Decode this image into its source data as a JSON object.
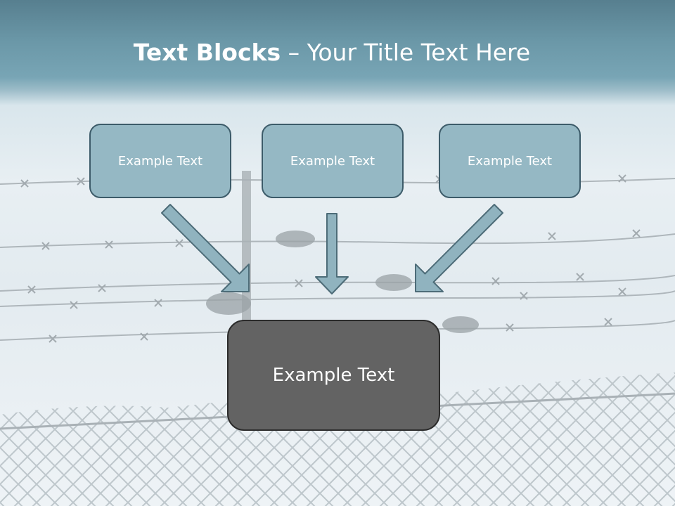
{
  "title": {
    "bold": "Text Blocks",
    "dash": " – ",
    "rest": "Your Title Text Here"
  },
  "boxes": {
    "left": "Example Text",
    "center": "Example Text",
    "right": "Example Text",
    "bottom": "Example Text"
  },
  "colors": {
    "header": "#6b98a8",
    "small_box_fill": "#95b8c4",
    "small_box_border": "#3c5b69",
    "big_box_fill": "#636363",
    "arrow_fill": "#90b3bf",
    "arrow_stroke": "#4d6c78"
  }
}
